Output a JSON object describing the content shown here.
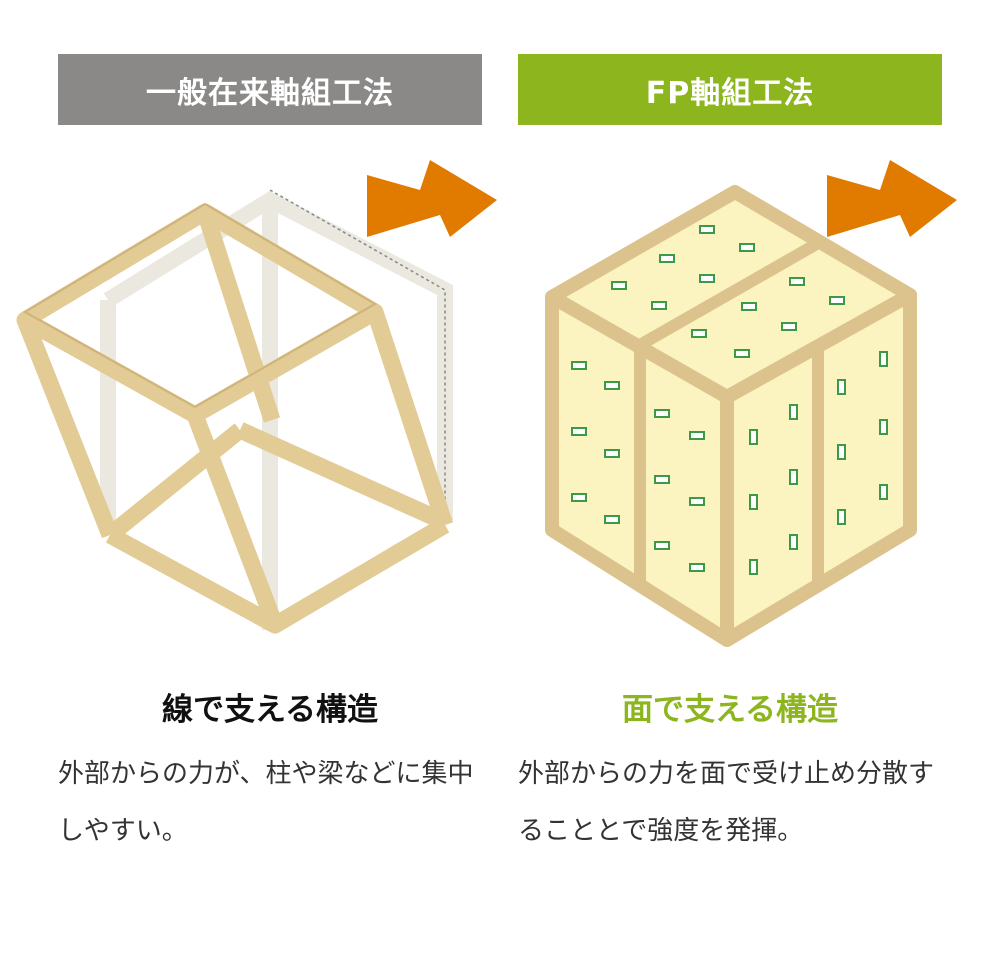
{
  "left": {
    "header": "一般在来軸組工法",
    "title": "線で支える構造",
    "description": "外部からの力が、柱や梁などに集中しやすい。"
  },
  "right": {
    "header": "FP軸組工法",
    "title": "面で支える構造",
    "description": "外部からの力を面で受け止め分散することとで強度を発揮。"
  },
  "colors": {
    "gray": "#8a8987",
    "green": "#8cb51e",
    "orange": "#e07b00",
    "wood": "#e3cb96",
    "panel": "#fbf3c0"
  }
}
